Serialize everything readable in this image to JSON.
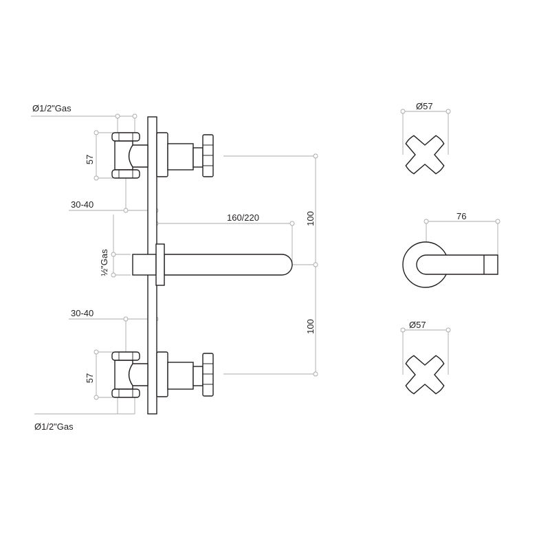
{
  "side_view": {
    "top_inlet_label": "Ø1/2\"Gas",
    "bottom_inlet_label": "Ø1/2\"Gas",
    "top_height_label": "57",
    "bottom_height_label": "57",
    "top_depth_label": "30-40",
    "bottom_depth_label": "30-40",
    "spout_length_label": "160/220",
    "spout_inlet_label": "½\"Gas",
    "upper_spacing_label": "100",
    "lower_spacing_label": "100"
  },
  "front_view": {
    "top_handle_diameter_label": "Ø57",
    "lever_length_label": "76",
    "bottom_handle_diameter_label": "Ø57"
  },
  "colors": {
    "outline": "#231f20",
    "dimension": "#a7a9ac"
  }
}
